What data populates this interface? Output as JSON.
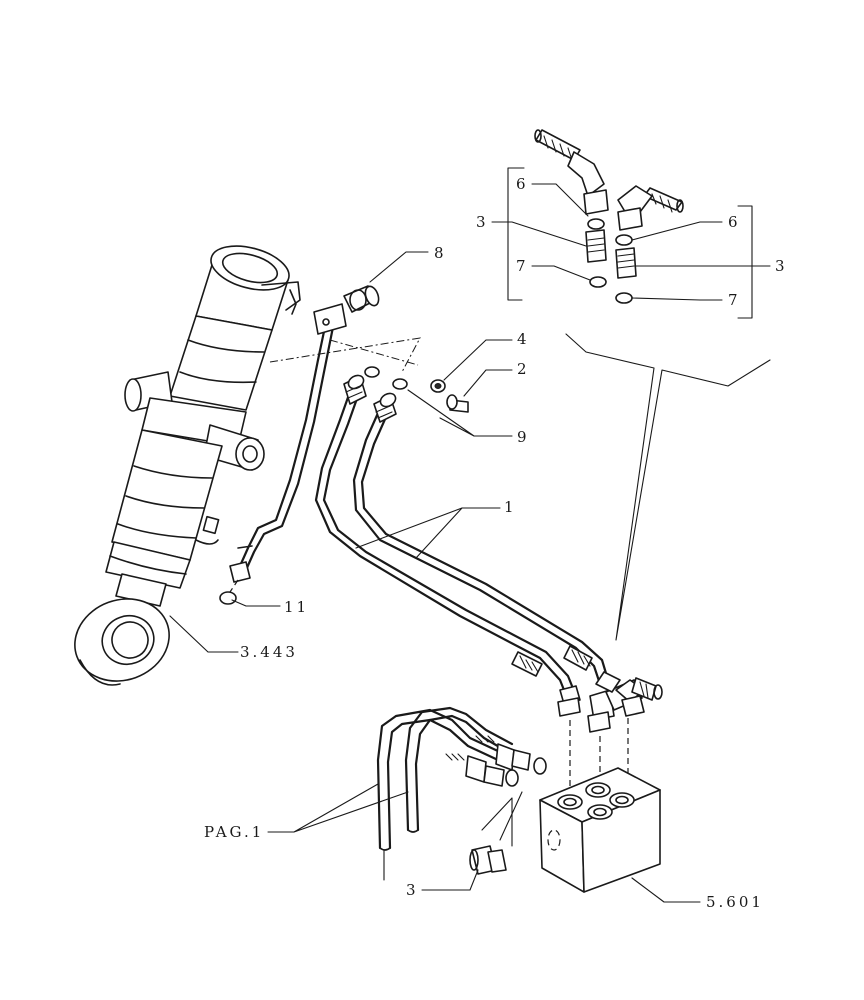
{
  "callouts": {
    "c1": "1",
    "c2": "2",
    "c3_bottom": "3",
    "c3_inset_left": "3",
    "c3_inset_right": "3",
    "c4": "4",
    "c6_left": "6",
    "c6_right": "6",
    "c7_left": "7",
    "c7_right": "7",
    "c8": "8",
    "c9": "9",
    "c11": "11",
    "ref_cylinder": "3.443",
    "ref_block": "5.601",
    "ref_page": "PAG.1"
  }
}
